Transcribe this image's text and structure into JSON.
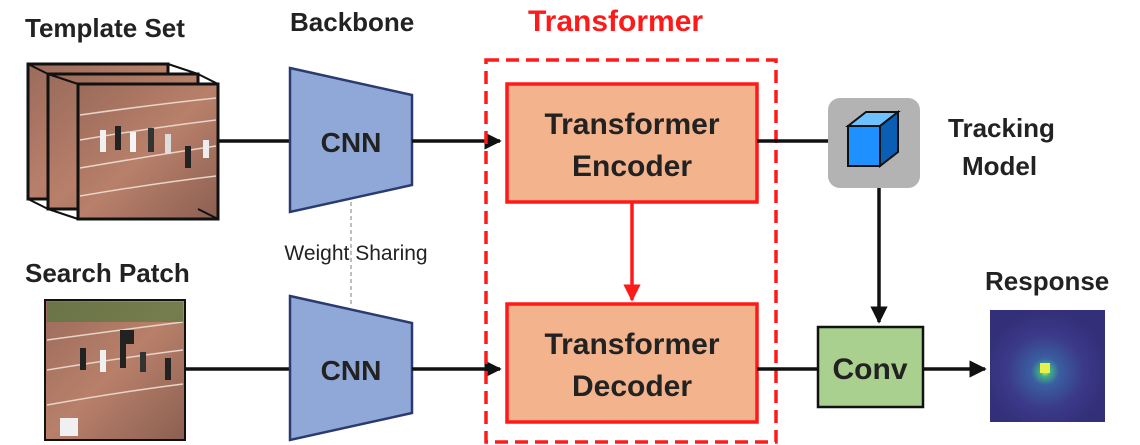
{
  "labels": {
    "template_set": "Template Set",
    "search_patch": "Search Patch",
    "backbone": "Backbone",
    "transformer_title": "Transformer",
    "weight_sharing": "Weight Sharing",
    "tracking_model_line1": "Tracking",
    "tracking_model_line2": "Model",
    "response": "Response"
  },
  "blocks": {
    "cnn_top": "CNN",
    "cnn_bottom": "CNN",
    "encoder_line1": "Transformer",
    "encoder_line2": "Encoder",
    "decoder_line1": "Transformer",
    "decoder_line2": "Decoder",
    "conv": "Conv"
  },
  "colors": {
    "cnn_fill": "#8fa8d8",
    "transformer_block_fill": "#f2b38d",
    "transformer_red": "#ff1a1a",
    "conv_fill": "#a9d08e",
    "tracking_model_bg": "#b3b3b3",
    "cube_blue": "#1e90ff",
    "response_bg": "#3b3a8a",
    "response_peak": "#e6f24a"
  },
  "icons": {
    "tracking_model": "cube-icon"
  }
}
